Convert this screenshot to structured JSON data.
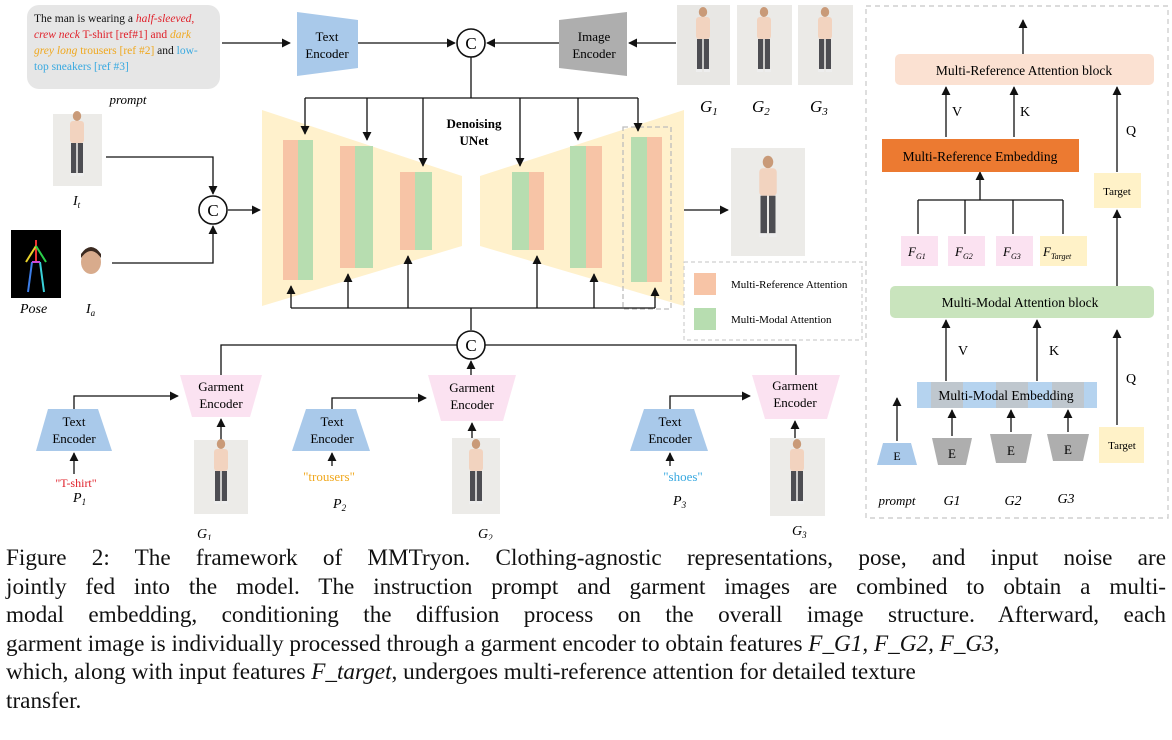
{
  "prompt": {
    "segments": [
      {
        "text": "The man is wearing a ",
        "color": "#111111",
        "italic": false
      },
      {
        "text": "half-sleeved,",
        "color": "#e0202a",
        "italic": true
      },
      {
        "text": "crew neck",
        "color": "#e0202a",
        "italic": true
      },
      {
        "text": " T-shirt [ref#1] and ",
        "color": "#e0202a",
        "italic": false
      },
      {
        "text": "dark",
        "color": "#f0a81e",
        "italic": true
      },
      {
        "text": "grey long",
        "color": "#f0a81e",
        "italic": true
      },
      {
        "text": " trousers [ref #2]",
        "color": "#f0a81e",
        "italic": false
      },
      {
        "text": " and ",
        "color": "#111111",
        "italic": false
      },
      {
        "text": "low-",
        "color": "#39a9e0",
        "italic": false
      },
      {
        "text": "top sneakers [ref #3]",
        "color": "#39a9e0",
        "italic": false
      }
    ],
    "label": "prompt"
  },
  "labels": {
    "text_encoder": [
      "Text",
      "Encoder"
    ],
    "image_encoder": [
      "Image",
      "Encoder"
    ],
    "denoising_unet": [
      "Denoising",
      "UNet"
    ],
    "garment_encoder": [
      "Garment",
      "Encoder"
    ],
    "concat": "C",
    "g1": "G",
    "g1_sub": "1",
    "g2": "G",
    "g2_sub": "2",
    "g3": "G",
    "g3_sub": "3",
    "it": "I",
    "it_sub": "t",
    "ia": "I",
    "ia_sub": "a",
    "pose": "Pose",
    "p1": "P",
    "p1_sub": "1",
    "p2": "P",
    "p2_sub": "2",
    "p3": "P",
    "p3_sub": "3",
    "word_tshirt": "\"T-shirt\"",
    "word_trousers": "\"trousers\"",
    "word_shoes": "\"shoes\""
  },
  "legend": {
    "multi_reference": "Multi-Reference Attention",
    "multi_modal": "Multi-Modal Attention"
  },
  "right_panel": {
    "mra_block": "Multi-Reference Attention block",
    "mre": "Multi-Reference Embedding",
    "mma_block": "Multi-Modal Attention block",
    "mme": "Multi-Modal Embedding",
    "target": "Target",
    "v": "V",
    "k": "K",
    "q": "Q",
    "e": "E",
    "fg1": "F",
    "fg1_sub": "G1",
    "fg2": "F",
    "fg2_sub": "G2",
    "fg3": "F",
    "fg3_sub": "G3",
    "ftarget": "F",
    "ftarget_sub": "Target",
    "bottom_prompt": "prompt",
    "bottom_g1": "G1",
    "bottom_g2": "G2",
    "bottom_g3": "G3"
  },
  "colors": {
    "encoder_blue": "#a9c9ea",
    "image_encoder_grey": "#aeaeae",
    "garment_pink": "#fbe2f1",
    "unet_yellow": "#fff1cc",
    "mra_salmon": "#f7c4a6",
    "mma_green": "#b7ddb0",
    "mre_orange": "#ec7a31",
    "mra_block_peach": "#fbe1d2",
    "mma_block_green": "#c9e4bd",
    "mme_blue": "#b5d3ef",
    "target_yellow": "#fff2c8"
  },
  "caption": {
    "lines": [
      "Figure 2: The framework of MMTryon. Clothing-agnostic representations, pose, and input noise are",
      "jointly fed into the model. The instruction prompt and garment images are combined to obtain a multi-",
      "modal embedding, conditioning the diffusion process on the overall image structure. Afterward, each",
      "garment image is individually processed through a garment encoder to obtain features ",
      "which, along with input features ",
      "transfer."
    ],
    "line4_math": "F_G1, F_G2, F_G3,",
    "line5_math": "F_target",
    "line5_tail": ", undergoes multi-reference attention for detailed texture"
  }
}
